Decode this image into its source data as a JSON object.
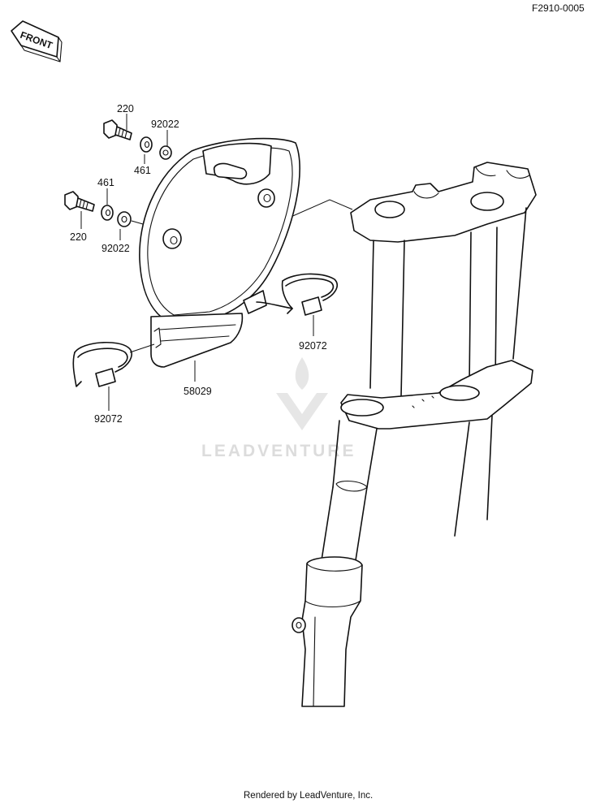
{
  "diagram_code": "F2910-0005",
  "front_label": "FRONT",
  "parts": {
    "bolt_top": "220",
    "washer_top_a": "461",
    "washer_top_b": "92022",
    "washer_mid_a": "461",
    "bolt_mid": "220",
    "washer_mid_b": "92022",
    "band_right": "92072",
    "band_left": "92072",
    "number_plate": "58029"
  },
  "watermark": "LEADVENTURE",
  "footer": "Rendered by LeadVenture, Inc."
}
